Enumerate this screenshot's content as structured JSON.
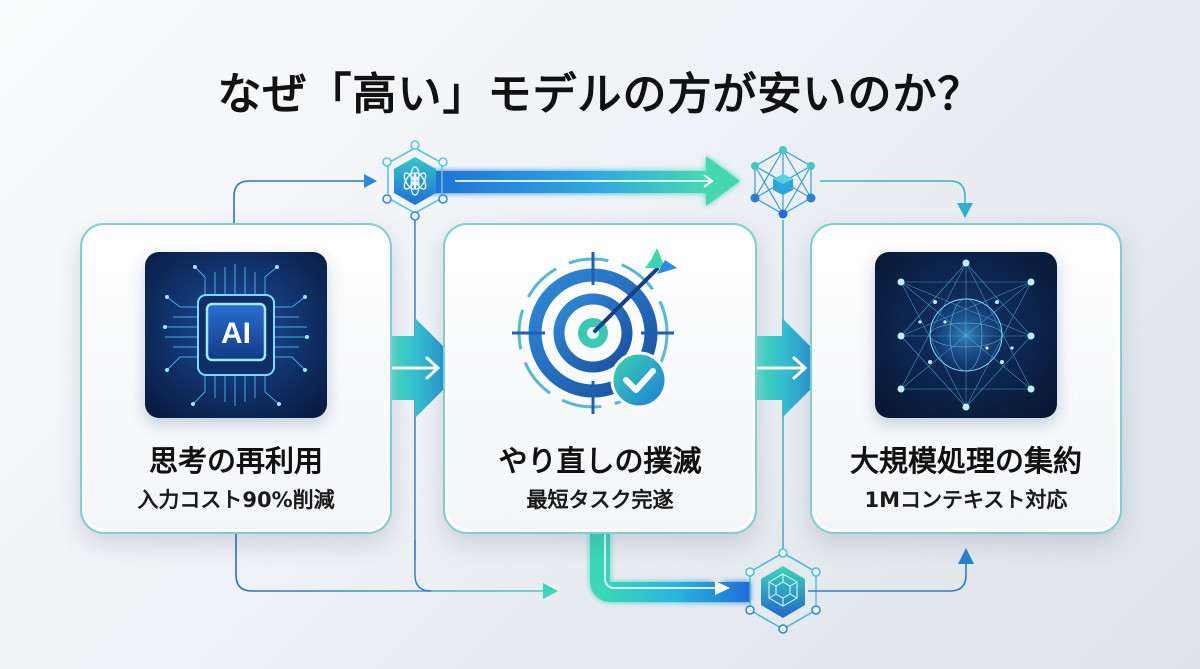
{
  "title": "なぜ「高い」モデルの方が安いのか？",
  "colors": {
    "primary_blue": "#1f6fd6",
    "teal": "#38d6b8",
    "cyan": "#2fb8d8",
    "card_border": "#7fcfd0",
    "dark_navy": "#0b1d3f",
    "text": "#111111"
  },
  "cards": [
    {
      "id": "card1",
      "icon": "ai-chip-icon",
      "icon_label": "AI",
      "title": "思考の再利用",
      "subtitle": "入力コスト90%削減"
    },
    {
      "id": "card2",
      "icon": "target-check-icon",
      "title": "やり直しの撲滅",
      "subtitle": "最短タスク完遂"
    },
    {
      "id": "card3",
      "icon": "neural-network-globe-icon",
      "title": "大規模処理の集約",
      "subtitle": "1Mコンテキスト対応"
    }
  ],
  "connectors": {
    "top_hub_left": "ai-model-hex-node-icon",
    "top_hub_right": "network-cube-node-icon",
    "bottom_hub": "cube-hex-node-icon",
    "big_arrows": [
      "arrow-card1-to-card2",
      "arrow-card2-to-card3"
    ]
  }
}
